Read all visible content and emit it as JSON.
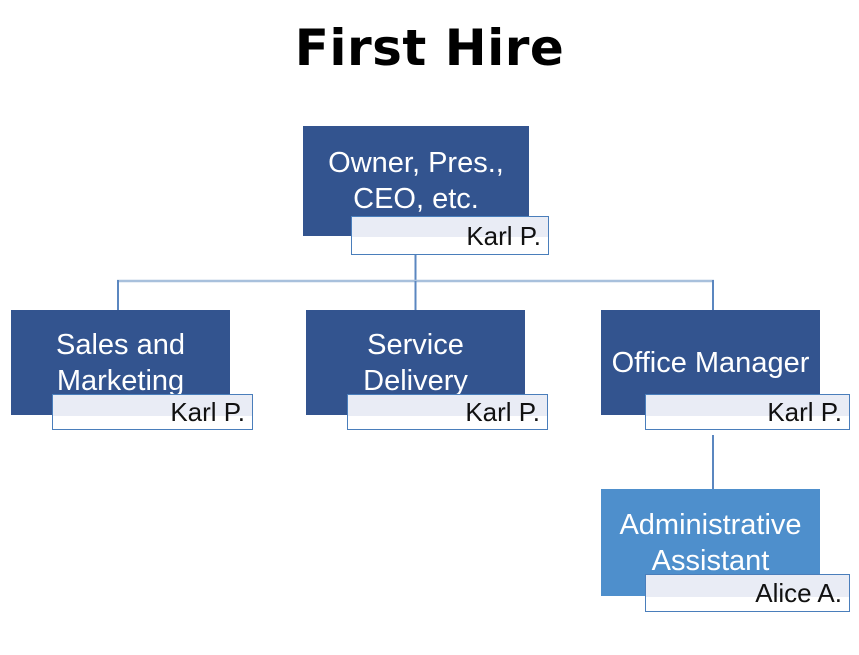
{
  "title": "First Hire",
  "theme": {
    "background": "#FFFFFF",
    "node_dark": "#33548F",
    "node_light": "#4E8FCC",
    "label_fill": "#E9ECF5",
    "label_border": "#4A7EBB",
    "node_text": "#FFFFFF",
    "label_text": "#111111",
    "connector_vertical": "#5B87C0",
    "connector_horizontal": "#A8C0DC"
  },
  "chart_data": {
    "type": "diagram",
    "diagram_kind": "organization-chart",
    "title": "First Hire",
    "levels": 3,
    "nodes": [
      {
        "id": "owner",
        "role": "Owner, Pres., CEO, etc.",
        "person": "Karl P.",
        "level": 0,
        "color": "#33548F",
        "parent": null
      },
      {
        "id": "sales-marketing",
        "role": "Sales and Marketing",
        "person": "Karl P.",
        "level": 1,
        "color": "#33548F",
        "parent": "owner"
      },
      {
        "id": "service-delivery",
        "role": "Service Delivery",
        "person": "Karl P.",
        "level": 1,
        "color": "#33548F",
        "parent": "owner"
      },
      {
        "id": "office-manager",
        "role": "Office Manager",
        "person": "Karl P.",
        "level": 1,
        "color": "#33548F",
        "parent": "owner"
      },
      {
        "id": "administrative-assistant",
        "role": "Administrative Assistant",
        "person": "Alice A.",
        "level": 2,
        "color": "#4E8FCC",
        "parent": "office-manager"
      }
    ],
    "edges": [
      {
        "from": "owner",
        "to": "sales-marketing"
      },
      {
        "from": "owner",
        "to": "service-delivery"
      },
      {
        "from": "owner",
        "to": "office-manager"
      },
      {
        "from": "office-manager",
        "to": "administrative-assistant"
      }
    ]
  }
}
